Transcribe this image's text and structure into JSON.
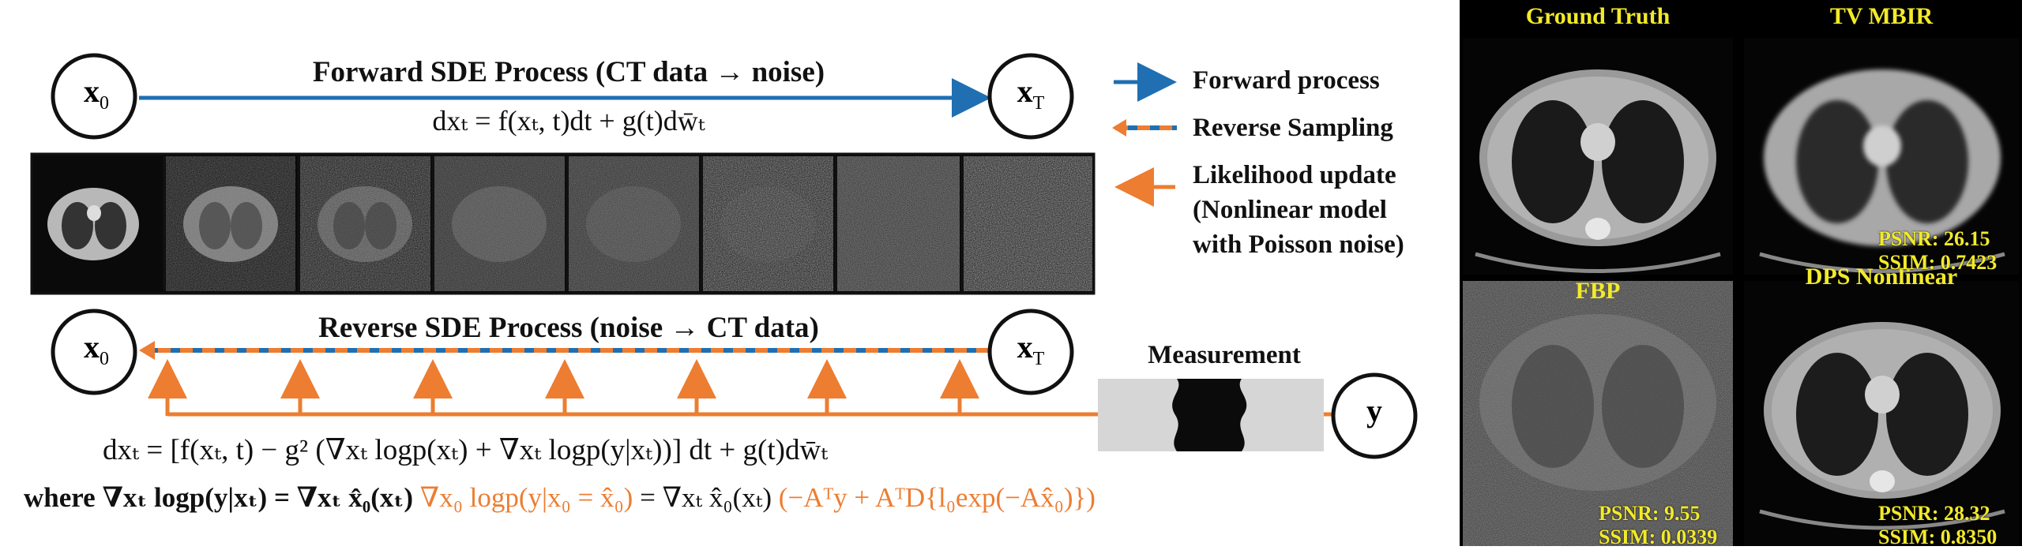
{
  "diagram": {
    "forward_title": "Forward SDE Process (CT data → noise)",
    "forward_eq": "dxₜ = f(xₜ, t)dt + g(t)dw̄ₜ",
    "reverse_title": "Reverse SDE Process (noise → CT data)",
    "reverse_eq": "dxₜ = [f(xₜ, t) − g² (∇xₜ logp(xₜ) + ∇xₜ logp(y|xₜ))] dt + g(t)dw̄ₜ",
    "where_black": "where ∇xₜ logp(y|xₜ) = ∇xₜ x̂₀(xₜ)",
    "where_orange": "∇x₀ logp(y|x₀ = x̂₀)",
    "where_black2": "= ∇xₜ x̂₀(xₜ)",
    "where_orange2": "(−Aᵀy + AᵀD{l₀exp(−Ax̂₀)})",
    "node_x0": "x",
    "node_x0_sub": "0",
    "node_xT": "x",
    "node_xT_sub": "T",
    "node_y": "y",
    "measurement_label": "Measurement",
    "noise_strip_count": 8,
    "colors": {
      "forward": "#1f6fb2",
      "reverse": "#ed7d31",
      "text": "#111111"
    }
  },
  "legend": {
    "forward": "Forward process",
    "reverse": "Reverse Sampling",
    "likelihood_line1": "Likelihood update",
    "likelihood_line2": "(Nonlinear model",
    "likelihood_line3": "with Poisson noise)"
  },
  "results": {
    "panels": [
      {
        "label": "Ground Truth",
        "psnr": "",
        "ssim": ""
      },
      {
        "label": "TV MBIR",
        "psnr": "PSNR: 26.15",
        "ssim": "SSIM: 0.7423"
      },
      {
        "label": "FBP",
        "psnr": "PSNR: 9.55",
        "ssim": "SSIM: 0.0339"
      },
      {
        "label": "DPS Nonlinear",
        "psnr": "PSNR: 28.32",
        "ssim": "SSIM: 0.8350"
      }
    ],
    "label_color": "#f2ea2a"
  }
}
